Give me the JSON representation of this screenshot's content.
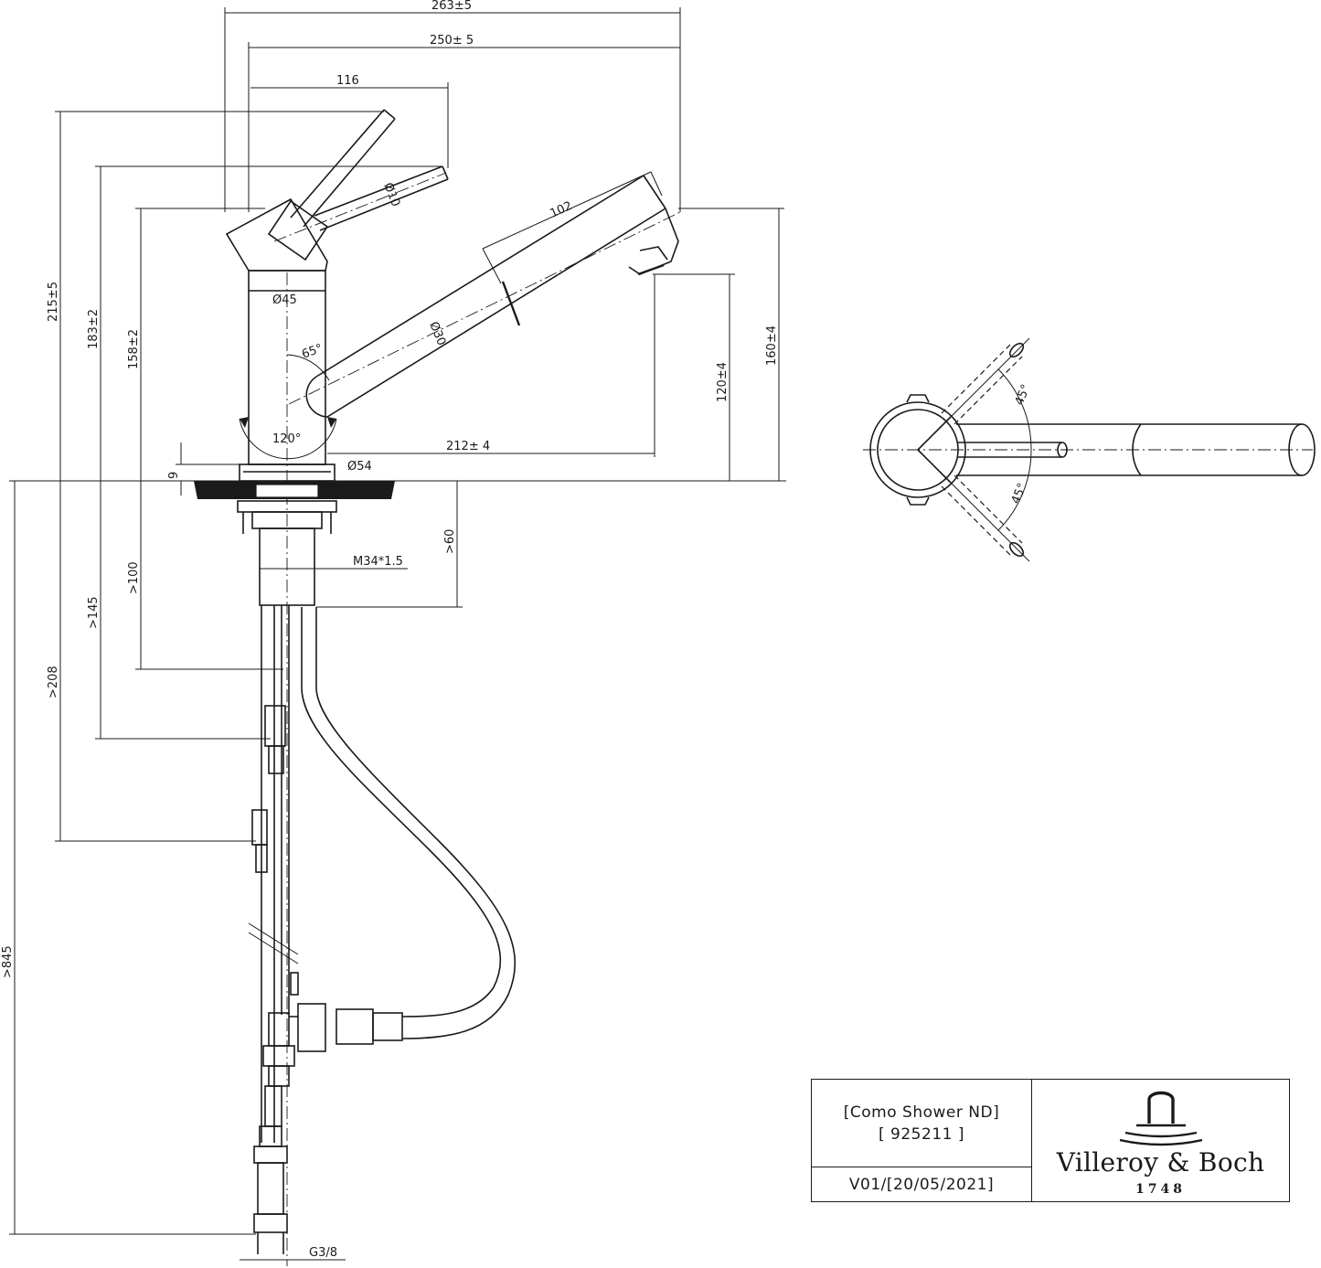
{
  "drawing": {
    "dimensions": {
      "overall_width": "263±5",
      "spout_reach_total": "250± 5",
      "lever_reach": "116",
      "spout_head_length": "102",
      "lever_height": "215±5",
      "body_top_height": "183±2",
      "spout_base_height": "158±2",
      "body_diameter": "Ø45",
      "spout_diameter": "Ø30",
      "lever_diameter": "Ø10",
      "spout_angle": "65°",
      "swivel_angle": "120°",
      "outlet_height": "120±4",
      "spout_top_height": "160±4",
      "spout_projection": "212± 4",
      "base_diameter": "Ø54",
      "base_height": "9",
      "min_clearance_60": ">60",
      "thread": "M34*1.5",
      "min_depth_100": ">100",
      "min_depth_145": ">145",
      "min_depth_208": ">208",
      "min_depth_845": ">845",
      "connection": "G3/8",
      "lever_angle_upper": "45°",
      "lever_angle_lower": "45°"
    }
  },
  "title_block": {
    "product_name": "[Como Shower ND]",
    "article_number": "[  925211 ]",
    "version": "V01/[20/05/2021]",
    "brand": "Villeroy & Boch",
    "brand_year": "1748"
  }
}
